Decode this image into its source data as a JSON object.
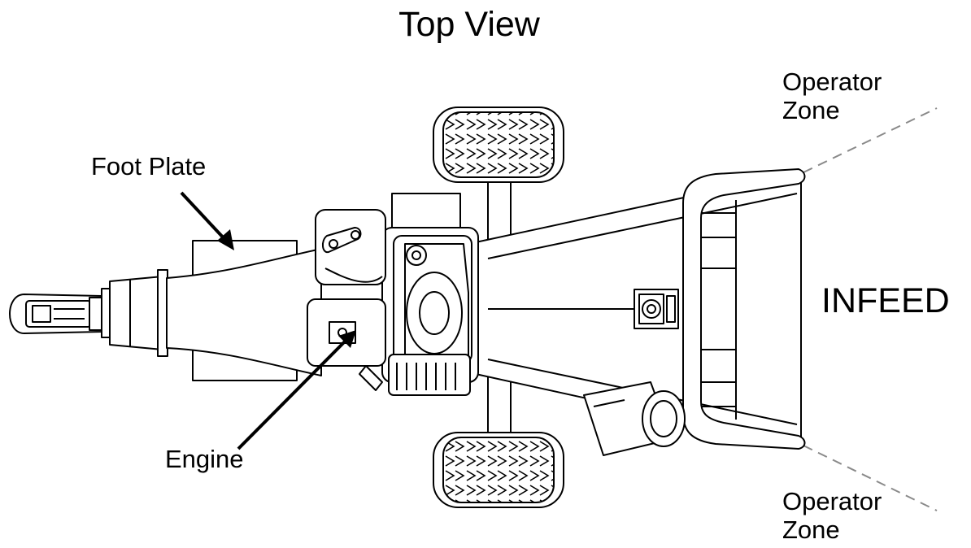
{
  "title": "Top View",
  "labels": {
    "foot_plate": "Foot Plate",
    "engine": "Engine",
    "infeed": "INFEED",
    "operator_zone_top": "Operator\nZone",
    "operator_zone_bottom": "Operator\nZone"
  },
  "colors": {
    "line": "#000000",
    "dash": "#8a8a8a",
    "background": "#ffffff"
  }
}
